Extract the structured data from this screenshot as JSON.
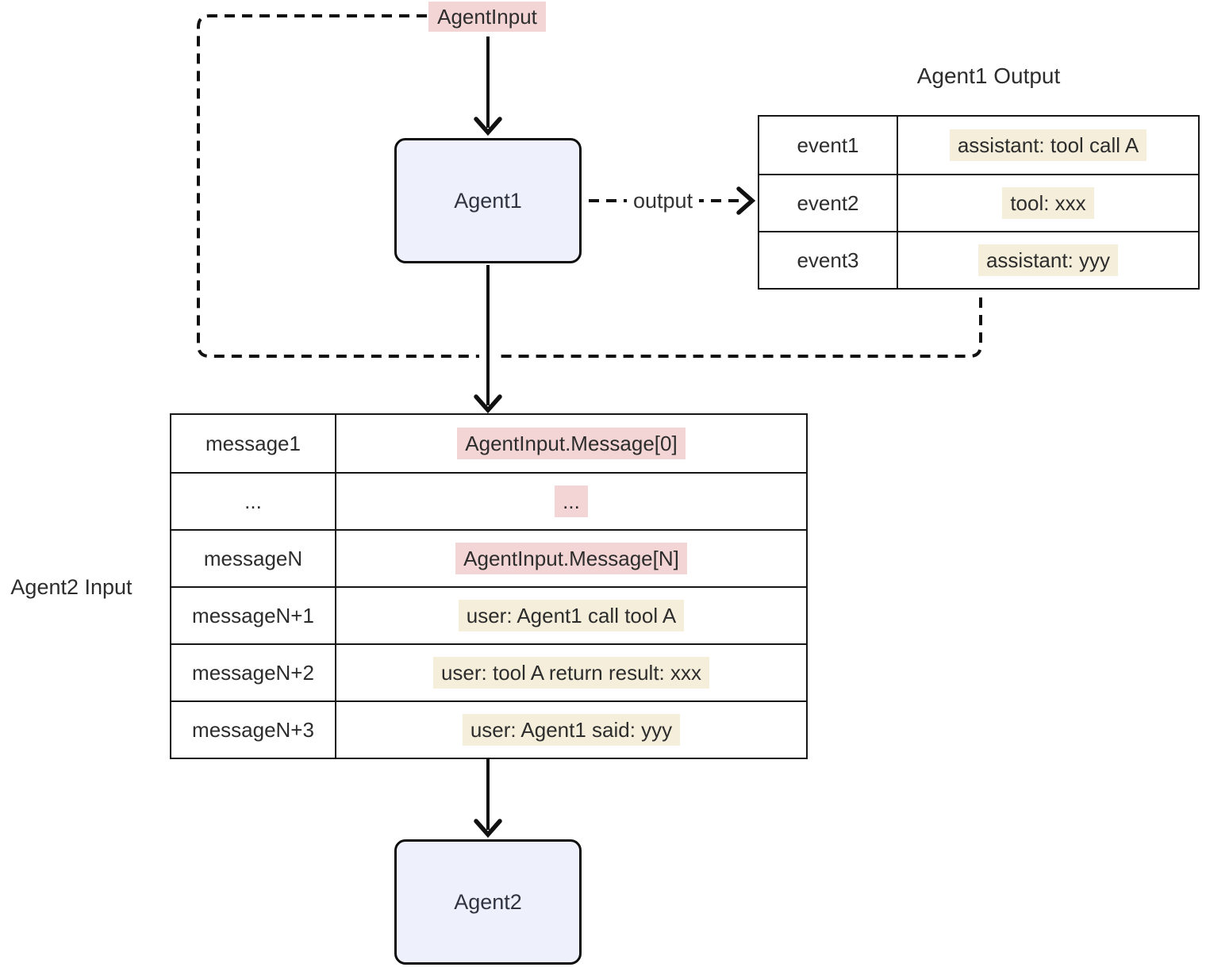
{
  "nodes": {
    "agent_input": {
      "label": "AgentInput"
    },
    "agent1": {
      "label": "Agent1"
    },
    "agent2": {
      "label": "Agent2"
    }
  },
  "edges": {
    "output_label": "output"
  },
  "agent1_output": {
    "title": "Agent1 Output",
    "rows": [
      {
        "key": "event1",
        "value": "assistant: tool call A",
        "value_highlight": "cream"
      },
      {
        "key": "event2",
        "value": "tool: xxx",
        "value_highlight": "cream"
      },
      {
        "key": "event3",
        "value": "assistant: yyy",
        "value_highlight": "cream"
      }
    ]
  },
  "agent2_input": {
    "title": "Agent2 Input",
    "rows": [
      {
        "key": "message1",
        "value": "AgentInput.Message[0]",
        "value_highlight": "pink"
      },
      {
        "key": "...",
        "value": "...",
        "value_highlight": "pink"
      },
      {
        "key": "messageN",
        "value": "AgentInput.Message[N]",
        "value_highlight": "pink"
      },
      {
        "key": "messageN+1",
        "value": "user: Agent1 call tool A",
        "value_highlight": "cream"
      },
      {
        "key": "messageN+2",
        "value": "user: tool A return result: xxx",
        "value_highlight": "cream"
      },
      {
        "key": "messageN+3",
        "value": "user: Agent1 said: yyy",
        "value_highlight": "cream"
      }
    ]
  },
  "colors": {
    "pink_highlight": "#f4d5d5",
    "cream_highlight": "#f5eeda",
    "node_fill": "#eef1fb",
    "node_border": "#0d0d0d",
    "line": "#111111",
    "text": "#2d2d2d",
    "background": "#ffffff"
  }
}
